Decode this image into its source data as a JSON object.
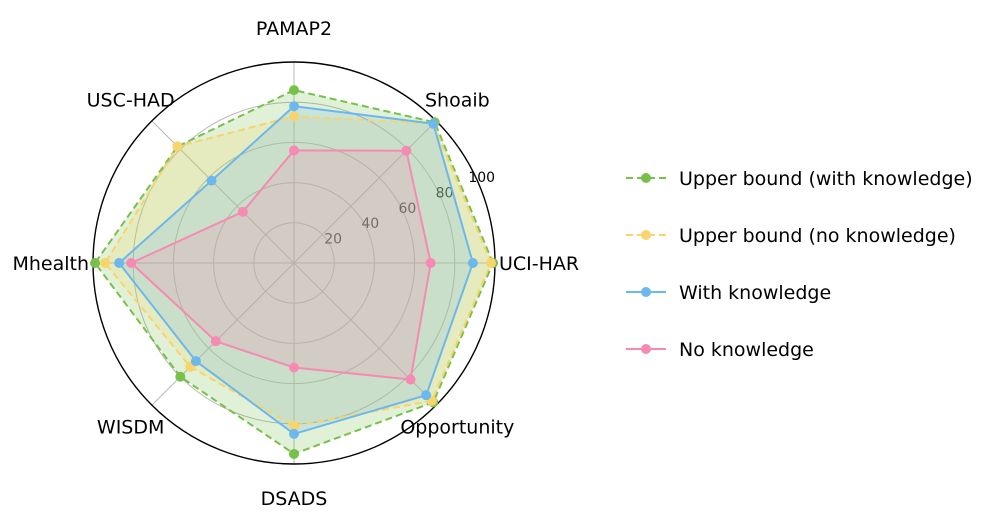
{
  "chart_data": {
    "type": "radar",
    "categories": [
      "UCI-HAR",
      "Shoaib",
      "PAMAP2",
      "USC-HAD",
      "Mhealth",
      "WISDM",
      "DSADS",
      "Opportunity"
    ],
    "radial_ticks": [
      "20",
      "40",
      "60",
      "80",
      "100"
    ],
    "rlim": [
      0,
      100
    ],
    "grid": true,
    "legend_position": "right",
    "series": [
      {
        "name": "Upper bound (with knowledge)",
        "color": "#77c04a",
        "line_style": "dashed",
        "values": [
          99,
          99,
          86,
          82,
          99,
          80,
          95,
          98
        ]
      },
      {
        "name": "Upper bound (no knowledge)",
        "color": "#f7d46c",
        "line_style": "dashed",
        "values": [
          98,
          98,
          73,
          82,
          94,
          73,
          81,
          97
        ]
      },
      {
        "name": "With knowledge",
        "color": "#6cb8ec",
        "line_style": "solid",
        "values": [
          89,
          98,
          78,
          58,
          87,
          69,
          85,
          93
        ]
      },
      {
        "name": "No knowledge",
        "color": "#f78ab2",
        "line_style": "solid",
        "values": [
          68,
          79,
          56,
          36,
          81,
          55,
          52,
          82
        ]
      }
    ]
  }
}
